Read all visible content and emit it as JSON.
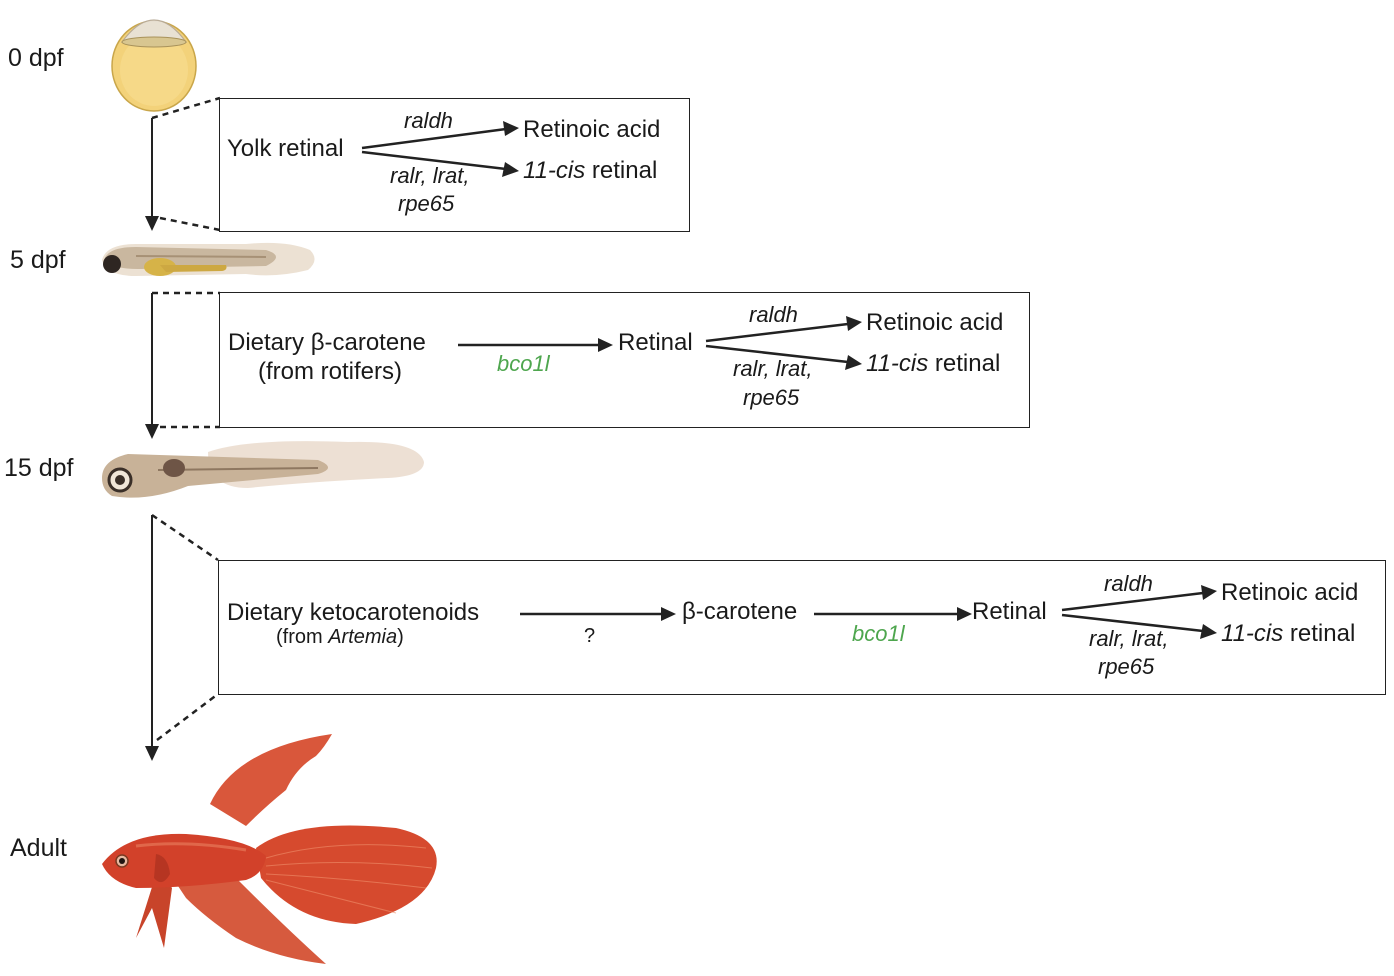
{
  "stages": [
    {
      "label": "0 dpf",
      "organism": "egg"
    },
    {
      "label": "5 dpf",
      "organism": "larva-5dpf"
    },
    {
      "label": "15 dpf",
      "organism": "larva-15dpf"
    },
    {
      "label": "Adult",
      "organism": "adult-betta-fish"
    }
  ],
  "colors": {
    "gene_green": "#4ea64e",
    "fish_red": "#d2412a",
    "yolk": "#f3d27a",
    "line": "#222222"
  },
  "box1": {
    "source": "Yolk retinal",
    "gene_top": "raldh",
    "gene_bottom_line1": "ralr, lrat,",
    "gene_bottom_line2": "rpe65",
    "product_top": "Retinoic acid",
    "product_bottom_italic": "11-cis",
    "product_bottom_rest": " retinal"
  },
  "box2": {
    "source_line1": "Dietary β-carotene",
    "source_line2": "(from rotifers)",
    "enzyme": "bco1l",
    "intermediate": "Retinal",
    "gene_top": "raldh",
    "gene_bottom_line1": "ralr, lrat,",
    "gene_bottom_line2": "rpe65",
    "product_top": "Retinoic acid",
    "product_bottom_italic": "11-cis",
    "product_bottom_rest": " retinal"
  },
  "box3": {
    "source_line1": "Dietary ketocarotenoids",
    "source_line2_prefix": "(from ",
    "source_line2_italic": "Artemia",
    "source_line2_suffix": ")",
    "unknown_step": "?",
    "intermediate1": "β-carotene",
    "enzyme": "bco1l",
    "intermediate2": "Retinal",
    "gene_top": "raldh",
    "gene_bottom_line1": "ralr, lrat,",
    "gene_bottom_line2": "rpe65",
    "product_top": "Retinoic acid",
    "product_bottom_italic": "11-cis",
    "product_bottom_rest": " retinal"
  }
}
